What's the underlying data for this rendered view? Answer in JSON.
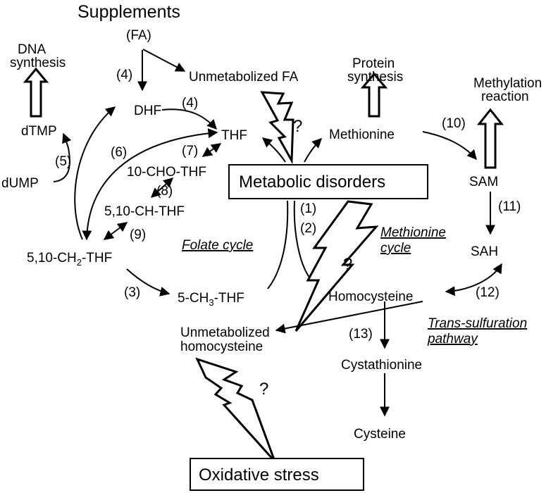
{
  "title": "Supplements",
  "nodes": {
    "fa": "(FA)",
    "unmetabolized_fa": "Unmetabolized FA",
    "dna_synthesis_1": "DNA",
    "dna_synthesis_2": "synthesis",
    "dhf": "DHF",
    "thf": "THF",
    "dtmp": "dTMP",
    "dump": "dUMP",
    "cho_thf": "10-CHO-THF",
    "ch_thf": "5,10-CH-THF",
    "ch2_thf_pre": "5,10-CH",
    "ch2_thf_sub": "2",
    "ch2_thf_post": "-THF",
    "ch3_thf_pre": "5-CH",
    "ch3_thf_sub": "3",
    "ch3_thf_post": "-THF",
    "protein_1": "Protein",
    "protein_2": "synthesis",
    "methionine": "Methionine",
    "methylation_1": "Methylation",
    "methylation_2": "reaction",
    "sam": "SAM",
    "sah": "SAH",
    "homocysteine": "Homocysteine",
    "unmet_hcy_1": "Unmetabolized",
    "unmet_hcy_2": "homocysteine",
    "cystathionine": "Cystathionine",
    "cysteine": "Cysteine"
  },
  "boxes": {
    "metabolic": "Metabolic disorders",
    "oxidative": "Oxidative stress"
  },
  "cycles": {
    "folate": "Folate cycle",
    "methionine_1": "Methionine",
    "methionine_2": "cycle",
    "trans_1": "Trans-sulfuration",
    "trans_2": "pathway"
  },
  "steps": {
    "s1": "(1)",
    "s2": "(2)",
    "s3": "(3)",
    "s4a": "(4)",
    "s4b": "(4)",
    "s5": "(5)",
    "s6": "(6)",
    "s7": "(7)",
    "s8": "(8)",
    "s9": "(9)",
    "s10": "(10)",
    "s11": "(11)",
    "s12": "(12)",
    "s13": "(13)"
  },
  "question": "?"
}
